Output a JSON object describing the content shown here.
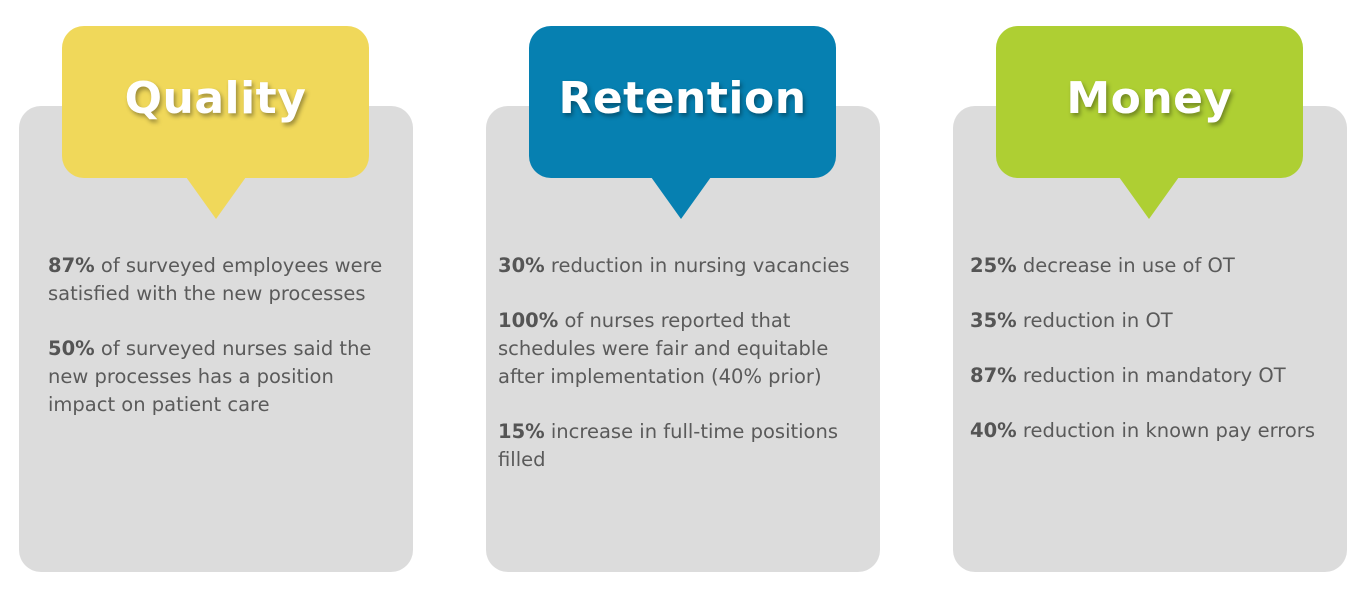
{
  "colors": {
    "quality": "#f0d85a",
    "retention": "#0680b1",
    "money": "#aecf33",
    "card_background": "#dcdcdc",
    "text": "#5a5a5a"
  },
  "quality": {
    "title": "Quality",
    "points": [
      {
        "stat": "87%",
        "text": " of surveyed employees were satisfied with the new processes"
      },
      {
        "stat": "50%",
        "text": " of surveyed nurses said the new processes has a position impact on patient care"
      }
    ]
  },
  "retention": {
    "title": "Retention",
    "points": [
      {
        "stat": "30%",
        "text": " reduction in nursing vacancies"
      },
      {
        "stat": "100%",
        "text": " of nurses reported that schedules were fair and equitable after implementation (40% prior)"
      },
      {
        "stat": "15%",
        "text": " increase in full-time positions filled"
      }
    ]
  },
  "money": {
    "title": "Money",
    "points": [
      {
        "stat": "25%",
        "text": " decrease in use of OT"
      },
      {
        "stat": "35%",
        "text": " reduction in OT"
      },
      {
        "stat": "87%",
        "text": " reduction in mandatory OT"
      },
      {
        "stat": "40%",
        "text": " reduction in known pay errors"
      }
    ]
  }
}
